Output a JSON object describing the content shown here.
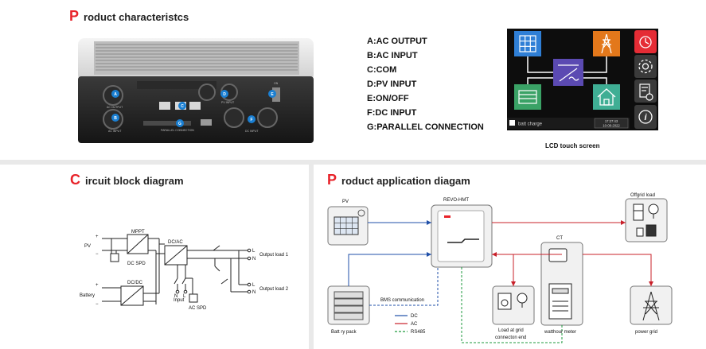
{
  "product_characteristics": {
    "heading_cap": "P",
    "heading_rest": "roduct characteristcs",
    "specs": [
      "A:AC OUTPUT",
      "B:AC INPUT",
      "C:COM",
      "D:PV INPUT",
      "E:ON/OFF",
      "F:DC INPUT",
      "G:PARALLEL CONNECTION"
    ],
    "device_port_labels": {
      "ac_output": "AC OUTPUT",
      "ac_input": "AC INPUT",
      "parallel": "PARALLEL CONNECTION",
      "pv_input": "PV INPUT",
      "dc_input": "DC INPUT",
      "on": "ON"
    },
    "device_markers": [
      "A",
      "B",
      "C",
      "D",
      "E",
      "F",
      "G"
    ],
    "lcd": {
      "caption": "LCD touch screen",
      "status_text": "batt charge",
      "time": "17:27:43",
      "date": "10-08-2022"
    }
  },
  "circuit_block": {
    "heading_cap": "C",
    "heading_rest": "ircuit block diagram",
    "labels": {
      "pv": "PV",
      "battery": "Battery",
      "mppt": "MPPT",
      "dcdc": "DC/DC",
      "dcac": "DC/AC",
      "dc_spd": "DC SPD",
      "ac_spd": "AC SPD",
      "input": "Input",
      "output1": "Output load 1",
      "output2": "Output load 2",
      "plus": "+",
      "minus": "−",
      "L": "L",
      "N": "N"
    }
  },
  "application": {
    "heading_cap": "P",
    "heading_rest": "roduct application diagam",
    "labels": {
      "pv": "PV",
      "inverter": "REVO-HMT",
      "offgrid": "Offgrid load",
      "ct": "CT",
      "battery": "Batt   ry pack",
      "bms": "BMS communication",
      "load_grid_1": "Load at grid",
      "load_grid_2": "connecton end",
      "watthour": "watthour meter",
      "power_grid": "power grid"
    },
    "legend": [
      {
        "label": "DC",
        "color": "#1f4fa8"
      },
      {
        "label": "AC",
        "color": "#c8202a"
      },
      {
        "label": "RS485",
        "color": "#1e9a3c"
      }
    ]
  },
  "colors": {
    "accent": "#e8232a",
    "dc": "#1f4fa8",
    "ac": "#c8202a",
    "rs485": "#1e9a3c",
    "lcd_bg": "#0d0d0d",
    "lcd_blue": "#2f7fd6",
    "lcd_orange": "#e3781b",
    "lcd_green": "#3aa266",
    "lcd_teal": "#3fae94",
    "lcd_purple": "#5b4ab2"
  }
}
